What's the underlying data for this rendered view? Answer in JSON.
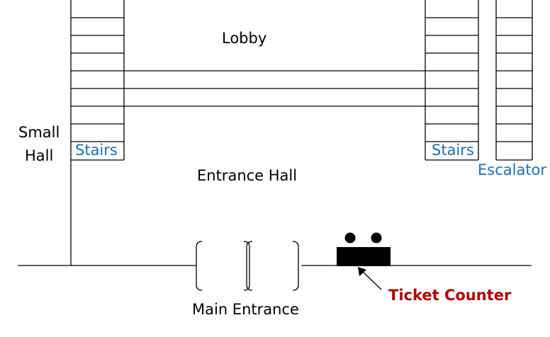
{
  "labels": {
    "lobby": "Lobby",
    "small_hall_line1": "Small",
    "small_hall_line2": "Hall",
    "stairs_left": "Stairs",
    "stairs_right": "Stairs",
    "escalator": "Escalator",
    "entrance_hall": "Entrance Hall",
    "main_entrance": "Main Entrance",
    "ticket_counter": "Ticket Counter"
  },
  "colors": {
    "line": "#000000",
    "stairs_label": "#1f6fb2",
    "ticket_counter_label": "#b00000"
  }
}
